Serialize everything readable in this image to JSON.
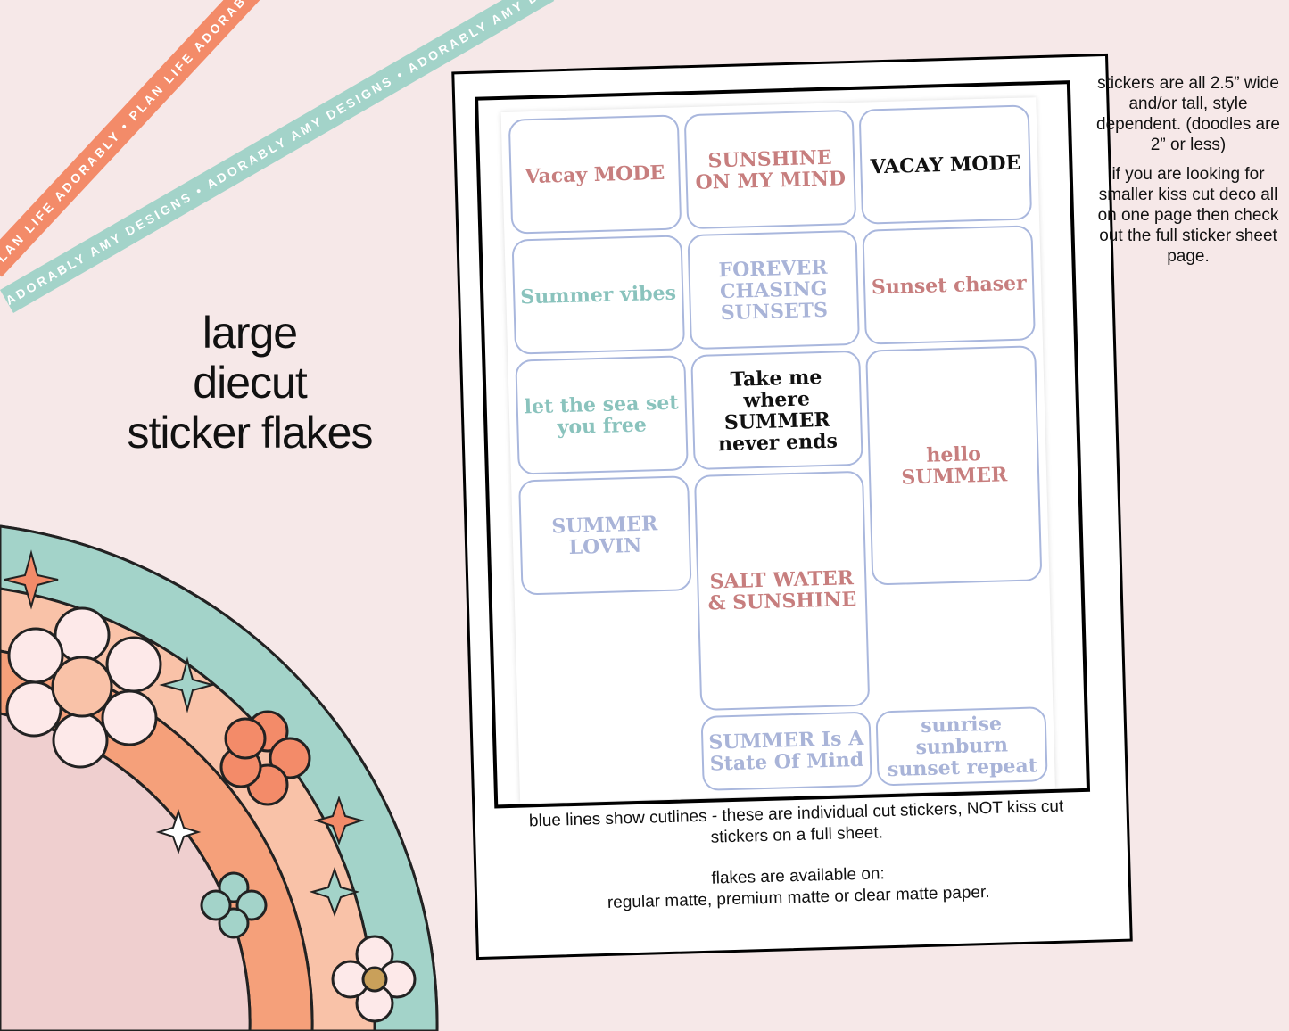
{
  "brand": {
    "ribbon_orange": "PLAN LIFE ADORABLY • PLAN LIFE ADORABLY • PLAN LIFE ADORABLY •",
    "ribbon_teal": "ADORABLY AMY DESIGNS • ADORABLY AMY DESIGNS • ADORABLY AMY DESIGNS •",
    "colors": {
      "orange": "#f38b69",
      "teal": "#a3d3c9",
      "peach": "#f9c2a8",
      "pink": "#efcfcf",
      "background": "#f6e8e8"
    }
  },
  "title": {
    "line1": "large",
    "line2": "diecut",
    "line3": "sticker flakes"
  },
  "side_notes": {
    "size_note": "stickers are all 2.5” wide and/or tall, style dependent. (doodles are 2” or less)",
    "kiss_cut_note": "if you are looking for smaller kiss cut deco all on one page then check out the full sticker sheet page."
  },
  "sheet": {
    "stickers": [
      {
        "text": "Vacay MODE"
      },
      {
        "text": "SUNSHINE ON MY MIND"
      },
      {
        "text": "VACAY MODE"
      },
      {
        "text": "Summer vibes"
      },
      {
        "text": "FOREVER CHASING SUNSETS"
      },
      {
        "text": "Sunset chaser"
      },
      {
        "text": "let the sea set you free"
      },
      {
        "text": "Take me where SUMMER never ends"
      },
      {
        "text": "hello SUMMER"
      },
      {
        "text": "SUMMER LOVIN"
      },
      {
        "text": "SALT WATER & SUNSHINE"
      },
      {
        "text": "SUMMER Is A State Of Mind"
      },
      {
        "text": "sunrise sunburn sunset repeat"
      }
    ],
    "cutline_note": "blue lines show cutlines - these are individual cut stickers, NOT kiss cut stickers on a full sheet.",
    "paper_note_intro": "flakes are available on:",
    "paper_note_options": "regular matte, premium matte or clear matte paper."
  }
}
